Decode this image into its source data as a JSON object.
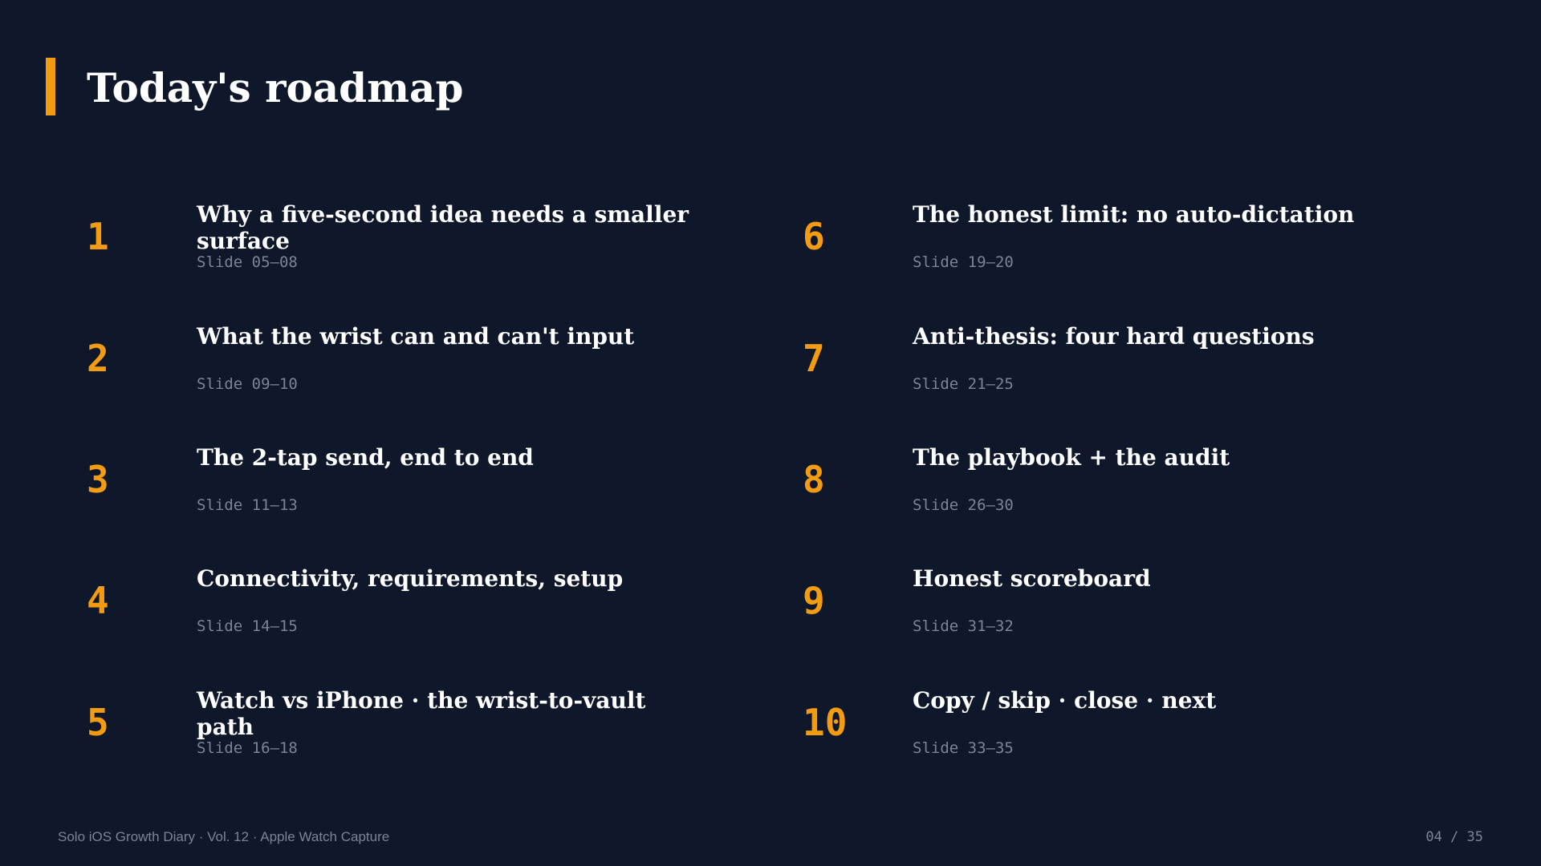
{
  "slide": {
    "title": "Today's roadmap",
    "accent_color": "#f39c12",
    "background_color": "#0f172a"
  },
  "agenda": {
    "left": [
      {
        "number": "1",
        "title": "Why a five-second idea needs a smaller surface",
        "range": "Slide 05–08"
      },
      {
        "number": "2",
        "title": "What the wrist can and can't input",
        "range": "Slide 09–10"
      },
      {
        "number": "3",
        "title": "The 2-tap send, end to end",
        "range": "Slide 11–13"
      },
      {
        "number": "4",
        "title": "Connectivity, requirements, setup",
        "range": "Slide 14–15"
      },
      {
        "number": "5",
        "title": "Watch vs iPhone · the wrist-to-vault path",
        "range": "Slide 16–18"
      }
    ],
    "right": [
      {
        "number": "6",
        "title": "The honest limit: no auto-dictation",
        "range": "Slide 19–20"
      },
      {
        "number": "7",
        "title": "Anti-thesis: four hard questions",
        "range": "Slide 21–25"
      },
      {
        "number": "8",
        "title": "The playbook + the audit",
        "range": "Slide 26–30"
      },
      {
        "number": "9",
        "title": "Honest scoreboard",
        "range": "Slide 31–32"
      },
      {
        "number": "10",
        "title": "Copy / skip · close · next",
        "range": "Slide 33–35"
      }
    ]
  },
  "footer": {
    "series": "Solo iOS Growth Diary · Vol. 12 · Apple Watch Capture",
    "page": "04 / 35"
  }
}
